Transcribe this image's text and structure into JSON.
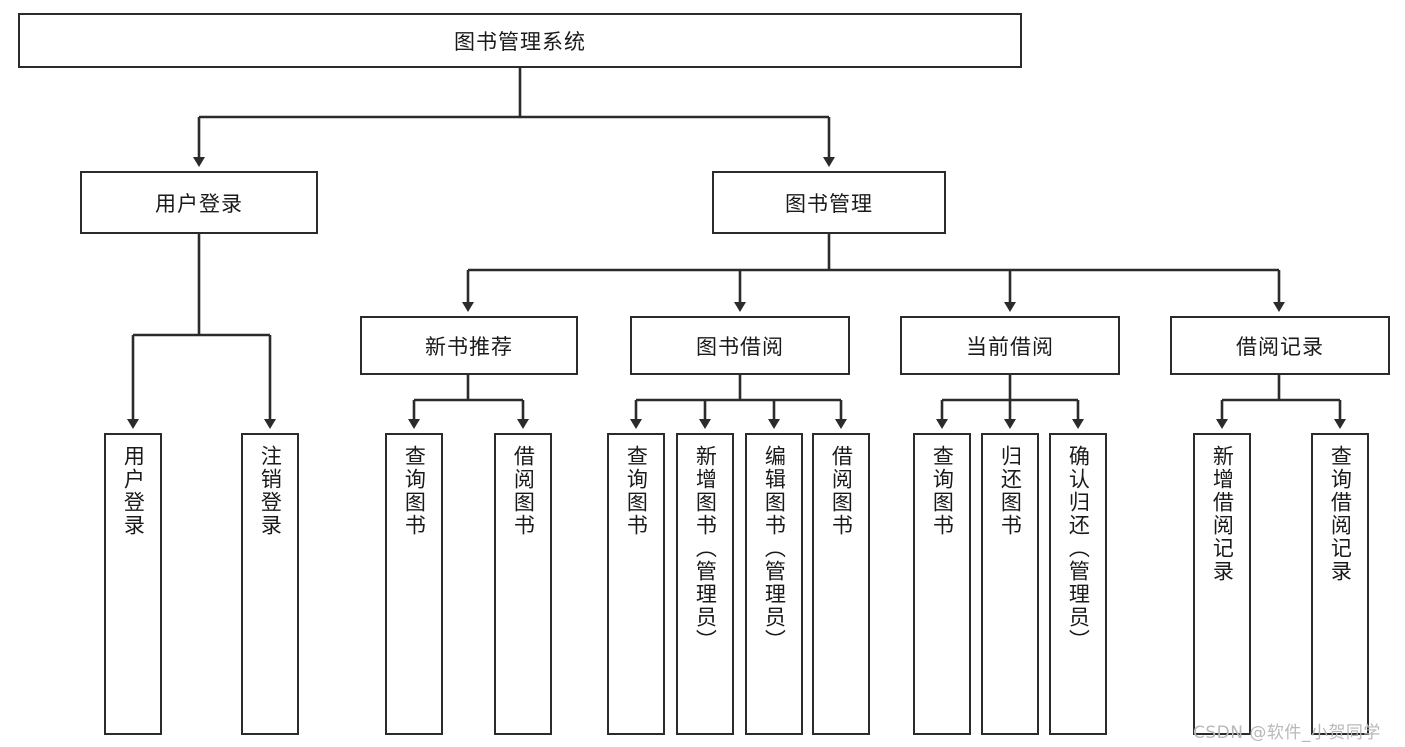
{
  "diagram": {
    "title": "图书管理系统",
    "type": "hierarchy-tree",
    "colors": {
      "background": "#ffffff",
      "box_border": "#2b2b2b",
      "box_fill": "#ffffff",
      "connector": "#2b2b2b",
      "text": "#1a1a1a",
      "watermark": "#b9b9b9"
    },
    "root": {
      "label": "图书管理系统"
    },
    "level2": [
      {
        "label": "用户登录"
      },
      {
        "label": "图书管理"
      }
    ],
    "level3": [
      {
        "label": "新书推荐"
      },
      {
        "label": "图书借阅"
      },
      {
        "label": "当前借阅"
      },
      {
        "label": "借阅记录"
      }
    ],
    "leaves": {
      "user_login": [
        {
          "label": "用户登录"
        },
        {
          "label": "注销登录"
        }
      ],
      "new_book_recommend": [
        {
          "label": "查询图书"
        },
        {
          "label": "借阅图书"
        }
      ],
      "book_borrow": [
        {
          "label": "查询图书"
        },
        {
          "label": "新增图书（管理员）"
        },
        {
          "label": "编辑图书（管理员）"
        },
        {
          "label": "借阅图书"
        }
      ],
      "current_borrow": [
        {
          "label": "查询图书"
        },
        {
          "label": "归还图书"
        },
        {
          "label": "确认归还（管理员）"
        }
      ],
      "borrow_record": [
        {
          "label": "新增借阅记录"
        },
        {
          "label": "查询借阅记录"
        }
      ]
    }
  },
  "watermark": {
    "text": "CSDN @软件_小贺同学"
  }
}
